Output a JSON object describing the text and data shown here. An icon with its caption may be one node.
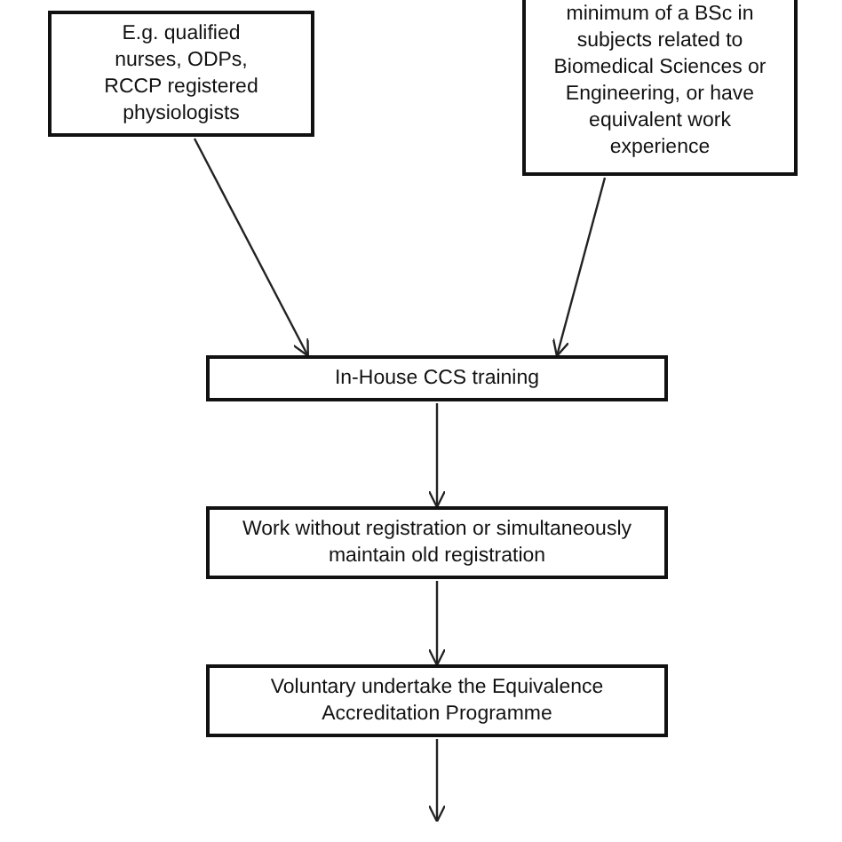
{
  "diagram": {
    "nodes": [
      {
        "text": [
          "E.g. qualified nurses, ODPs, RCCP registered physiologists"
        ]
      },
      {
        "text": [
          "minimum of a BSc in subjects related to Biomedical Sciences or Engineering, or have equivalent work experience"
        ]
      },
      {
        "text": [
          "In-House CCS training"
        ]
      },
      {
        "text": [
          "Work without registration or simultaneously maintain old registration"
        ]
      },
      {
        "text": [
          "Voluntary undertake the Equivalence Accreditation Programme"
        ]
      }
    ],
    "edges": [
      {
        "from": 0,
        "to": 2,
        "arrow": "to"
      },
      {
        "from": 1,
        "to": 2,
        "arrow": "to"
      },
      {
        "from": 2,
        "to": 3,
        "arrow": "to"
      },
      {
        "from": 3,
        "to": 4,
        "arrow": "to"
      },
      {
        "from": 4,
        "to": null,
        "arrow": "to"
      }
    ]
  }
}
